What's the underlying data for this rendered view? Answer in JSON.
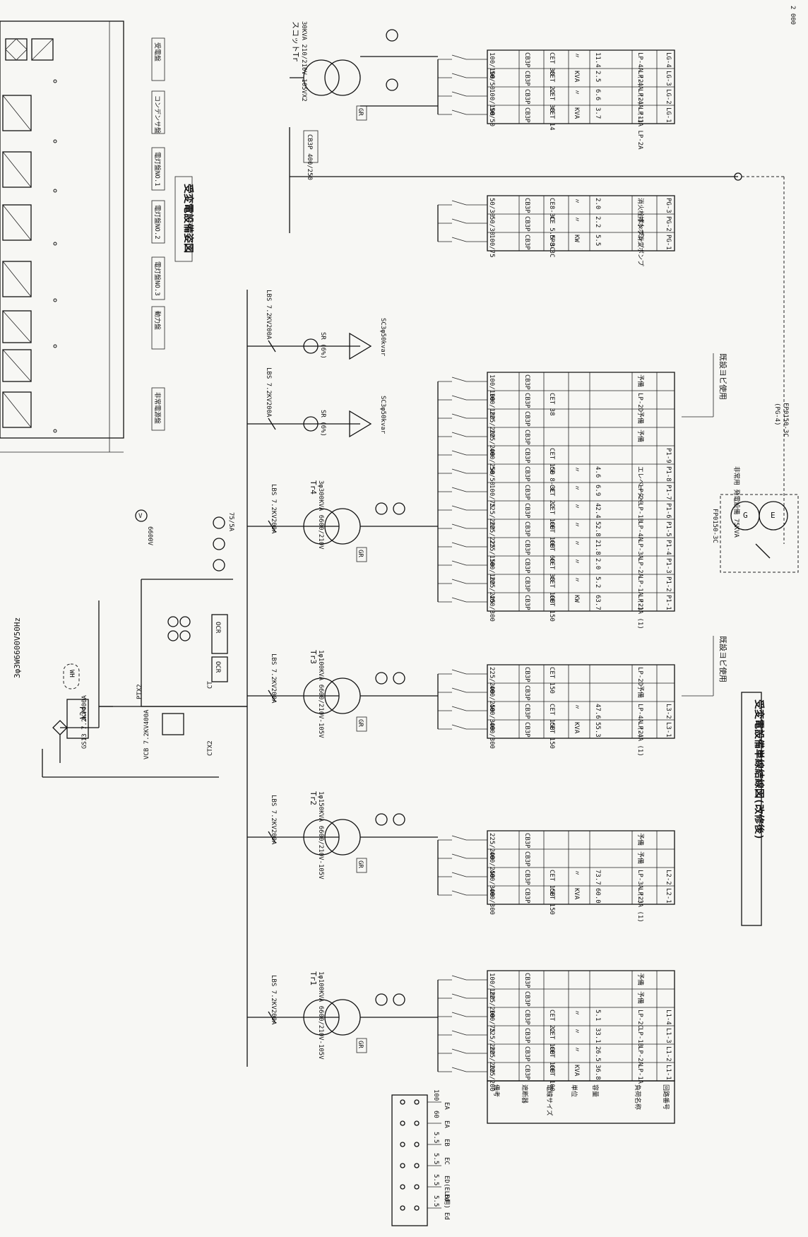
{
  "corner_scale": "2 000",
  "supply_label": "3φ3W6600V50Hz",
  "pct_label": "PCT",
  "wh_label": "WH",
  "pas_label": "GS13 7.2KV400A",
  "vcb_label": "VCB 7.2KV400A",
  "ptx_label": "PTX2",
  "ct_label": "CTX2",
  "ct2_label": "CT",
  "ocr_label": "OCR",
  "volt_label": "6600V",
  "amp_label": "75/5A",
  "elevation_title": "受変電設備姿図",
  "panel_labels": [
    "受電盤",
    "コンデンサ盤",
    "電灯盤NO.1",
    "電灯盤NO.2",
    "電灯盤NO.3",
    "動力盤",
    "非常電源盤"
  ],
  "capacitors": [
    {
      "switch": "LBS 7.2KV200A",
      "sr": "SR (6%)",
      "cap": "SC3φ50kvar"
    },
    {
      "switch": "LBS 7.2KV200A",
      "sr": "SR (6%)",
      "cap": "SC3φ50kvar"
    }
  ],
  "transformers": [
    {
      "name": "Tr1",
      "spec": "1φ100KVA 6600/210V-105V",
      "switch": "LBS 7.2KV200A",
      "gr": "GR"
    },
    {
      "name": "Tr2",
      "spec": "1φ150KVA 6600/210V-105V",
      "switch": "LBS 7.2KV200A",
      "gr": "GR"
    },
    {
      "name": "Tr3",
      "spec": "1φ100KVA 6600/210V-105V",
      "switch": "LBS 7.2KV200A",
      "gr": "GR"
    },
    {
      "name": "Tr4",
      "spec": "3φ300KVA 6600/210V",
      "switch": "LBS 7.2KV200A",
      "gr": "GR"
    },
    {
      "name": "スコットTr",
      "spec": "30KVA 210/210V-105VX2",
      "switch": "",
      "gr": "GR"
    }
  ],
  "generator": {
    "title": "非常用 発電設備 75KVA",
    "cable": "FP0150-3C",
    "g": "G",
    "e": "E",
    "circuit": "(PG-4)"
  },
  "spare_note_1": "既設ヨビ使用",
  "spare_note_2": "既設ヨビ使用",
  "breaker_main": "CB3P 400/250",
  "table_header": [
    "回路番号",
    "負荷名称",
    "容量",
    "単位",
    "電線サイズ",
    "遮断器",
    "備考"
  ],
  "tables": [
    {
      "id": "L1",
      "rows": [
        [
          "L1-1",
          "LP-1A",
          "36.8",
          "KVA",
          "CET 100",
          "CB3P",
          "225/200"
        ],
        [
          "L1-2",
          "LP-2A",
          "26.5",
          "〃",
          "CET 100",
          "CB3P",
          "225/200"
        ],
        [
          "L1-3",
          "LP-1B",
          "33.1",
          "〃",
          "CET 100",
          "CB3P",
          "225/200"
        ],
        [
          "L1-4",
          "LP-2C",
          "5.1",
          "〃",
          "CET 22",
          "CB3P",
          "100/75"
        ],
        [
          "",
          "予備",
          "",
          "",
          "",
          "CB3P",
          "225/200"
        ],
        [
          "",
          "予備",
          "",
          "",
          "",
          "CB3P",
          "100/100"
        ]
      ]
    },
    {
      "id": "L2",
      "rows": [
        [
          "L2-1",
          "LP-3A (1)",
          "60.0",
          "KVA",
          "CET 150",
          "CB3P",
          "400/300"
        ],
        [
          "L2-2",
          "LP-3A (2)",
          "73.7",
          "〃",
          "CET 150",
          "CB3P",
          "400/300"
        ],
        [
          "",
          "予備",
          "",
          "",
          "",
          "CB3P",
          "400/250"
        ],
        [
          "",
          "予備",
          "",
          "",
          "",
          "CB3P",
          "225/200"
        ]
      ]
    },
    {
      "id": "L3",
      "rows": [
        [
          "L3-1",
          "LP-4A (1)",
          "55.3",
          "KVA",
          "CET 150",
          "CB3P",
          "400/300"
        ],
        [
          "L3-2",
          "LP-4A (2)",
          "47.6",
          "〃",
          "CET 150",
          "CB3P",
          "400/300"
        ],
        [
          "",
          "予備",
          "",
          "",
          "",
          "CB3P",
          "400/250"
        ],
        [
          "",
          "LP-2D",
          "",
          "",
          "CET 150",
          "CB3P",
          "225/200"
        ]
      ]
    },
    {
      "id": "P1",
      "rows": [
        [
          "P1-1",
          "LP-1A (1)",
          "63.7",
          "KW",
          "CET 150",
          "CB3P",
          "400/300"
        ],
        [
          "P1-2",
          "LP-1A (2)",
          "5.2",
          "〃",
          "CET 100",
          "CB3P",
          "225/225"
        ],
        [
          "P1-3",
          "LP-2A",
          "2.0",
          "〃",
          "CET 38",
          "CB3P",
          "100/100"
        ],
        [
          "P1-4",
          "LP-3A",
          "21.8",
          "〃",
          "CET 60",
          "CB3P",
          "225/150"
        ],
        [
          "P1-5",
          "LP-4A",
          "52.8",
          "〃",
          "CET 100",
          "CB3P",
          "225/225"
        ],
        [
          "P1-6",
          "LP-1B",
          "42.4",
          "〃",
          "CET 100",
          "CB3P",
          "225/200"
        ],
        [
          "P1-7",
          "LP-2C",
          "6.9",
          "〃",
          "CET 22",
          "CB3P",
          "100/75"
        ],
        [
          "P1-8",
          "エレベーター",
          "4.6",
          "〃",
          "CE 8-3C",
          "CB3P",
          "50/50"
        ],
        [
          "P1-9",
          "",
          "",
          "",
          "CET 150",
          "CB3P",
          "400/250"
        ],
        [
          "",
          "予備",
          "",
          "",
          "",
          "CB3P",
          "225/200"
        ],
        [
          "",
          "予備",
          "",
          "",
          "",
          "CB3P",
          "225/200"
        ],
        [
          "",
          "LP-2D",
          "",
          "",
          "CET 38",
          "CB3P",
          "100/100"
        ],
        [
          "",
          "予備",
          "",
          "",
          "",
          "CB3P",
          "100/100"
        ]
      ]
    },
    {
      "id": "PG",
      "rows": [
        [
          "PG-1",
          "消火ポンプ",
          "5.5",
          "KW",
          "FP8-3C",
          "CB3P",
          "100/75"
        ],
        [
          "PG-2",
          "排水ポンプ",
          "2.2",
          "〃",
          "CE 5.5-3C",
          "CB3P",
          "50/30"
        ],
        [
          "PG-3",
          "消火栓ポンプ",
          "2.0",
          "〃",
          "CE8-3C",
          "CB3P",
          "50/30"
        ]
      ]
    },
    {
      "id": "LG",
      "rows": [
        [
          "LG-1",
          "LP-1A LP-2A",
          "3.7",
          "KVA",
          "CET 14",
          "CB3P",
          "50/50"
        ],
        [
          "LG-2",
          "LP-4A (1)",
          "6.6",
          "〃",
          "CET 38",
          "CB3P",
          "100/100"
        ],
        [
          "LG-3",
          "LP-4A (2)",
          "2.5",
          "KVA",
          "CET 22",
          "CB3P",
          "50/50"
        ],
        [
          "LG-4",
          "LP-4A (2)",
          "11.4",
          "〃",
          "CET 38",
          "CB3P",
          "100/100"
        ]
      ]
    }
  ],
  "ground_terminals": {
    "labels": [
      "EA",
      "EA",
      "EB",
      "EC",
      "ED(ELB用)",
      "Ed",
      "Ed"
    ],
    "values": [
      "100",
      "60",
      "5.5",
      "5.5",
      "5.5",
      "5.5"
    ]
  },
  "title": "受変電設備単線結線図(改修後)"
}
